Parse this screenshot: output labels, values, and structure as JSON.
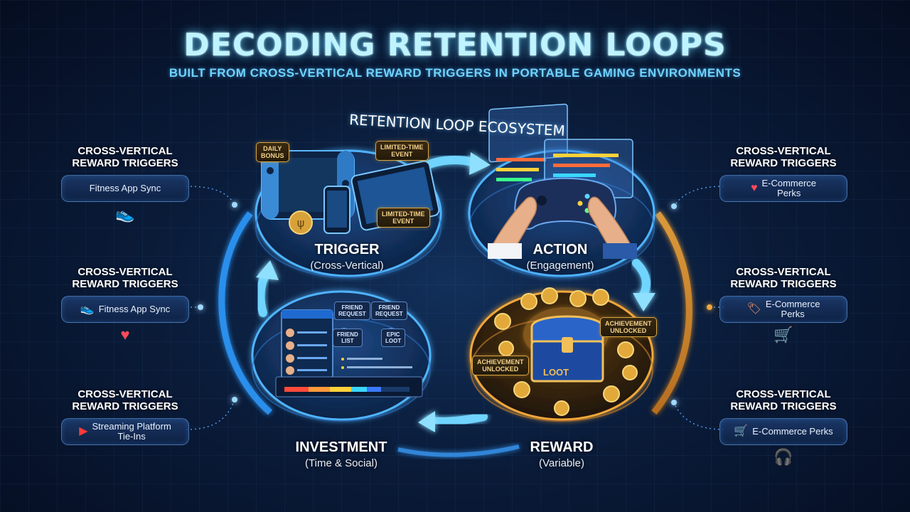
{
  "title": "DECODING RETENTION LOOPS",
  "subtitle": "BUILT FROM CROSS-VERTICAL REWARD TRIGGERS IN PORTABLE GAMING ENVIRONMENTS",
  "ecosystem_label": "RETENTION LOOP ECOSYSTEM",
  "stages": {
    "trigger": {
      "label": "TRIGGER",
      "sub": "(Cross-Vertical)"
    },
    "action": {
      "label": "ACTION",
      "sub": "(Engagement)"
    },
    "reward": {
      "label": "REWARD",
      "sub": "(Variable)"
    },
    "investment": {
      "label": "INVESTMENT",
      "sub": "(Time & Social)"
    }
  },
  "trigger_tags": {
    "daily": "DAILY\nBONUS",
    "event1": "LIMITED-TIME\nEVENT",
    "event2": "LIMITED-TIME\nEVENT"
  },
  "investment_tags": {
    "friend1": "FRIEND\nREQUEST",
    "friend2": "FRIEND\nREQUEST",
    "friend3": "FRIEND\nLIST",
    "loot": "EPIC\nLOOT"
  },
  "reward_tags": {
    "ach1": "ACHIEVEMENT\nUNLOCKED",
    "ach2": "ACHIEVEMENT\nUNLOCKED",
    "chest": "LOOT"
  },
  "left_groups": [
    {
      "heading": "CROSS-VERTICAL\nREWARD TRIGGERS",
      "pill": "Fitness App Sync",
      "icon": "sneaker-icon"
    },
    {
      "heading": "CROSS-VERTICAL\nREWARD TRIGGERS",
      "pill": "Fitness App Sync",
      "icon": "heart-icon"
    },
    {
      "heading": "CROSS-VERTICAL\nREWARD TRIGGERS",
      "pill": "Streaming Platform\nTie-Ins",
      "icon": "play-icon"
    }
  ],
  "right_groups": [
    {
      "heading": "CROSS-VERTICAL\nREWARD TRIGGERS",
      "pill": "E-Commerce\nPerks",
      "icon": "heart-icon"
    },
    {
      "heading": "CROSS-VERTICAL\nREWARD TRIGGERS",
      "pill": "E-Commerce\nPerks",
      "icon": "cart-icon"
    },
    {
      "heading": "CROSS-VERTICAL\nREWARD TRIGGERS",
      "pill": "E-Commerce Perks",
      "icon": "headset-icon"
    }
  ],
  "colors": {
    "blue_glow": "#39b8ff",
    "gold_glow": "#f2a73a",
    "title": "#bff4ff"
  }
}
